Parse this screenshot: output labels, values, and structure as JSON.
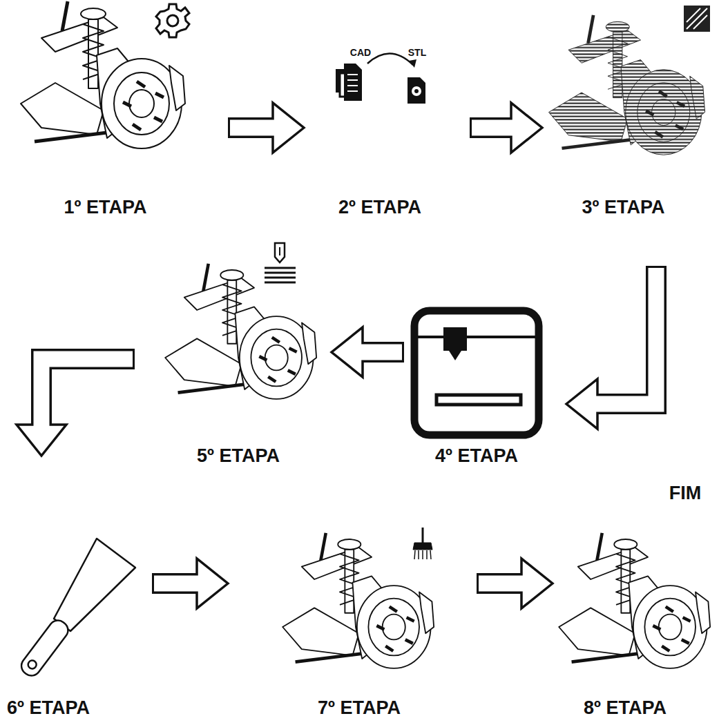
{
  "diagram": {
    "nodes": [
      {
        "text": [
          "1º ETAPA"
        ]
      },
      {
        "text": [
          "2º ETAPA"
        ]
      },
      {
        "text": [
          "3º ETAPA"
        ]
      },
      {
        "text": [
          "4º ETAPA"
        ]
      },
      {
        "text": [
          "5º ETAPA"
        ]
      },
      {
        "text": [
          "6º ETAPA"
        ]
      },
      {
        "text": [
          "7º ETAPA"
        ]
      },
      {
        "text": [
          "8º ETAPA"
        ]
      }
    ],
    "edges": [
      {
        "from": 0,
        "to": 1,
        "arrow": "to"
      },
      {
        "from": 1,
        "to": 2,
        "arrow": "to"
      },
      {
        "from": 2,
        "to": 3,
        "arrow": "to"
      },
      {
        "from": 3,
        "to": 4,
        "arrow": "to"
      },
      {
        "from": 4,
        "to": 5,
        "arrow": "to"
      },
      {
        "from": 5,
        "to": 6,
        "arrow": "to"
      },
      {
        "from": 6,
        "to": 7,
        "arrow": "to"
      }
    ],
    "labels": [
      "CAD",
      "STL",
      "FIM"
    ]
  }
}
